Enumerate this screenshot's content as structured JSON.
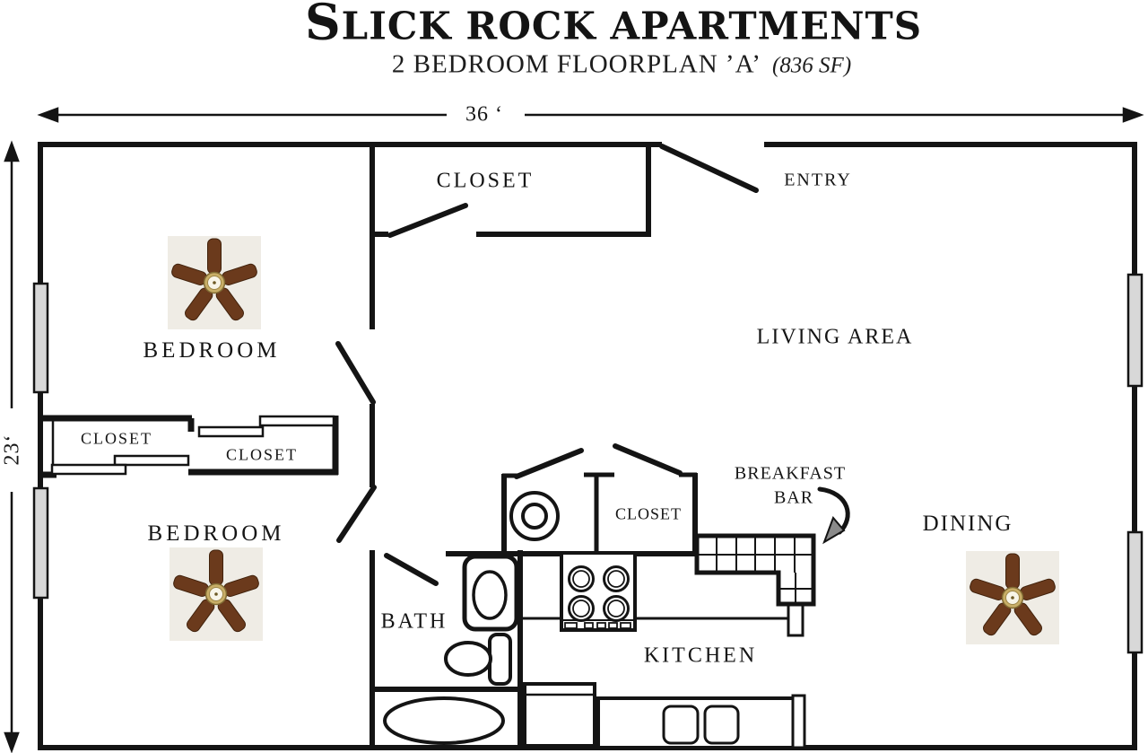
{
  "header": {
    "title": "SLICK ROCK APARTMENTS",
    "subtitle": "2 BEDROOM FLOORPLAN ’A’",
    "area": "(836 SF)"
  },
  "dimensions": {
    "width": "36 ‘",
    "height": "23‘"
  },
  "rooms": {
    "closet_top": "CLOSET",
    "entry": "ENTRY",
    "bedroom1": "BEDROOM",
    "living": "LIVING AREA",
    "closet_left": "CLOSET",
    "closet_right": "CLOSET",
    "bedroom2": "BEDROOM",
    "utility_closet": "CLOSET",
    "breakfast_line1": "BREAKFAST",
    "breakfast_line2": "BAR",
    "dining": "DINING",
    "bath": "BATH",
    "kitchen": "KITCHEN"
  },
  "icons": {
    "ceiling_fan": "ceiling-fan-icon",
    "water_heater": "water-heater-icon",
    "stove": "stove-icon",
    "refrigerator": "refrigerator-icon",
    "kitchen_sink": "double-sink-icon",
    "bath_sink": "vanity-sink-icon",
    "toilet": "toilet-icon",
    "bathtub": "bathtub-icon",
    "breakfast_bar": "breakfast-bar-counter",
    "window": "window",
    "door": "door-swing"
  },
  "colors": {
    "wall": "#141414",
    "window_fill": "#d8d8d8",
    "fan_background": "#efece5",
    "fan_blade": "#6b3a1c",
    "fan_hub": "#c8ae67",
    "arrow_head": "#8a8a8a"
  }
}
